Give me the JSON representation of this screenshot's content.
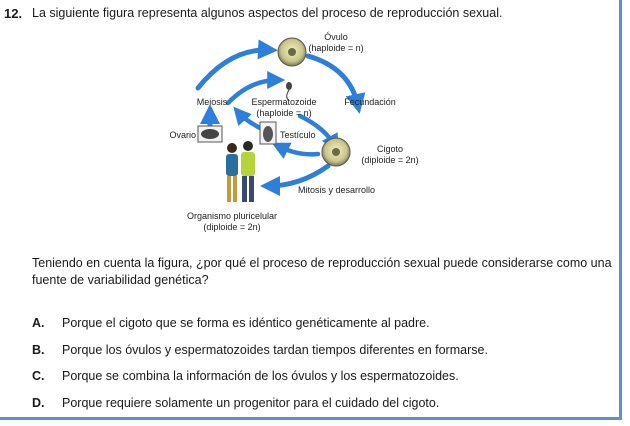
{
  "question": {
    "number": "12.",
    "text": "La siguiente figura representa algunos aspectos del proceso de reproducción sexual.",
    "prompt": "Teniendo en cuenta la figura, ¿por qué el proceso de reproducción sexual puede considerarse como una fuente de variabilidad genética?"
  },
  "figure": {
    "ovulo": "Óvulo",
    "ovulo_ploidy": "(haploide = n)",
    "meiosis": "Meiosis",
    "espermatozoide": "Espermatozoide",
    "espermatozoide_ploidy": "(haploide = n)",
    "fecundacion": "Fecundación",
    "ovario": "Ovario",
    "testiculo": "Testículo",
    "cigoto": "Cigoto",
    "cigoto_ploidy": "(diploide = 2n)",
    "mitosis": "Mitosis y desarrollo",
    "organismo": "Organismo pluricelular",
    "organismo_ploidy": "(diploide = 2n)"
  },
  "options": [
    {
      "letter": "A.",
      "text": "Porque el cigoto que se forma es idéntico genéticamente al padre."
    },
    {
      "letter": "B.",
      "text": "Porque los óvulos y espermatozoides tardan tiempos diferentes en formarse."
    },
    {
      "letter": "C.",
      "text": "Porque se combina la información de los óvulos y los espermatozoides."
    },
    {
      "letter": "D.",
      "text": "Porque requiere solamente un progenitor para el cuidado del cigoto."
    }
  ],
  "colors": {
    "arrow": "#2e7fd9",
    "frame": "#5b8fd6"
  }
}
